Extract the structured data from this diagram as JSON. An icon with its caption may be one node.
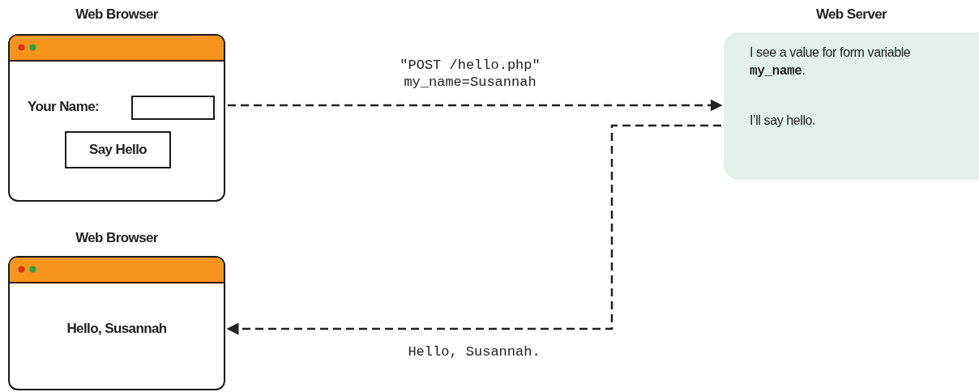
{
  "diagram": {
    "nodes": [
      {
        "text": [
          "Web Browser",
          "Your Name:"
        ]
      },
      {
        "text": [],
        "shape": "box",
        "in": 0
      },
      {
        "text": [
          "Say Hello"
        ],
        "in": 0
      },
      {
        "text": [
          "Web Server",
          "I see a value for form variable **my_name**.",
          "I’ll say hello."
        ]
      },
      {
        "text": [
          "Web Browser",
          "Hello, Susannah"
        ]
      }
    ],
    "edges": [
      {
        "from": 0,
        "to": 3,
        "arrow": "to",
        "style": "dashed",
        "label": "\"POST /hello.php\" my_name=Susannah"
      },
      {
        "from": 3,
        "to": 4,
        "arrow": "to",
        "style": "dashed",
        "label": "Hello, Susannah."
      }
    ]
  }
}
